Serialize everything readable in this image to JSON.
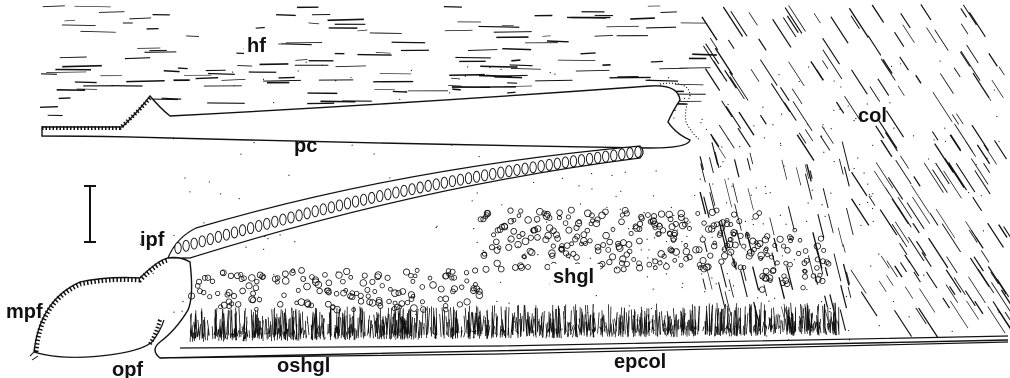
{
  "figure": {
    "labels": {
      "hf": "hf",
      "col": "col",
      "pc": "pc",
      "ipf": "ipf",
      "shgl": "shgl",
      "mpf": "mpf",
      "opf": "opf",
      "oshgl": "oshgl",
      "epcol": "epcol"
    },
    "colors": {
      "ink": "#111111",
      "background": "#ffffff"
    }
  }
}
